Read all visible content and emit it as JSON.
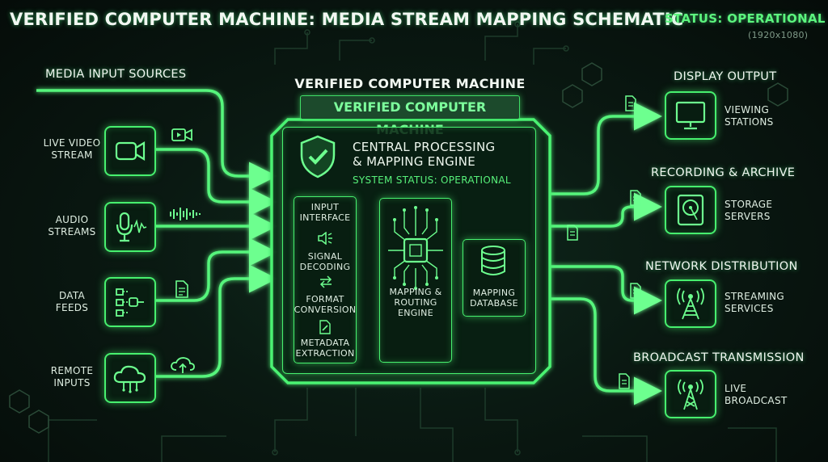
{
  "title": "VERIFIED COMPUTER MACHINE: MEDIA STREAM MAPPING SCHEMATIC",
  "status": "STATUS: OPERATIONAL",
  "resolution": "(1920x1080)",
  "inputs": {
    "header": "MEDIA INPUT SOURCES",
    "items": [
      {
        "line1": "LIVE VIDEO",
        "line2": "STREAM",
        "icon": "video-camera-icon"
      },
      {
        "line1": "AUDIO",
        "line2": "STREAMS",
        "icon": "microphone-icon"
      },
      {
        "line1": "DATA",
        "line2": "FEEDS",
        "icon": "data-flow-icon"
      },
      {
        "line1": "REMOTE",
        "line2": "INPUTS",
        "icon": "cloud-icon"
      }
    ]
  },
  "machine": {
    "title": "VERIFIED COMPUTER MACHINE",
    "banner": "VERIFIED COMPUTER MACHINE",
    "engine_line1": "CENTRAL PROCESSING",
    "engine_line2": "& MAPPING ENGINE",
    "system_status": "SYSTEM STATUS: OPERATIONAL",
    "pipeline": [
      {
        "line1": "INPUT",
        "line2": "INTERFACE"
      },
      {
        "line1": "SIGNAL",
        "line2": "DECODING"
      },
      {
        "line1": "FORMAT",
        "line2": "CONVERSION"
      },
      {
        "line1": "METADATA",
        "line2": "EXTRACTION"
      }
    ],
    "router": {
      "line1": "MAPPING &",
      "line2": "ROUTING",
      "line3": "ENGINE"
    },
    "database": {
      "line1": "MAPPING",
      "line2": "DATABASE"
    }
  },
  "outputs": [
    {
      "header": "DISPLAY OUTPUT",
      "line1": "VIEWING",
      "line2": "STATIONS",
      "icon": "monitor-icon"
    },
    {
      "header": "RECORDING & ARCHIVE",
      "line1": "STORAGE",
      "line2": "SERVERS",
      "icon": "hard-drive-icon"
    },
    {
      "header": "NETWORK DISTRIBUTION",
      "line1": "STREAMING",
      "line2": "SERVICES",
      "icon": "antenna-icon"
    },
    {
      "header": "BROADCAST TRANSMISSION",
      "line1": "LIVE",
      "line2": "BROADCAST",
      "icon": "broadcast-tower-icon"
    }
  ],
  "colors": {
    "accent": "#47f06e",
    "bright": "#7dff9c",
    "background": "#07120e",
    "panel": "#0c2416"
  }
}
